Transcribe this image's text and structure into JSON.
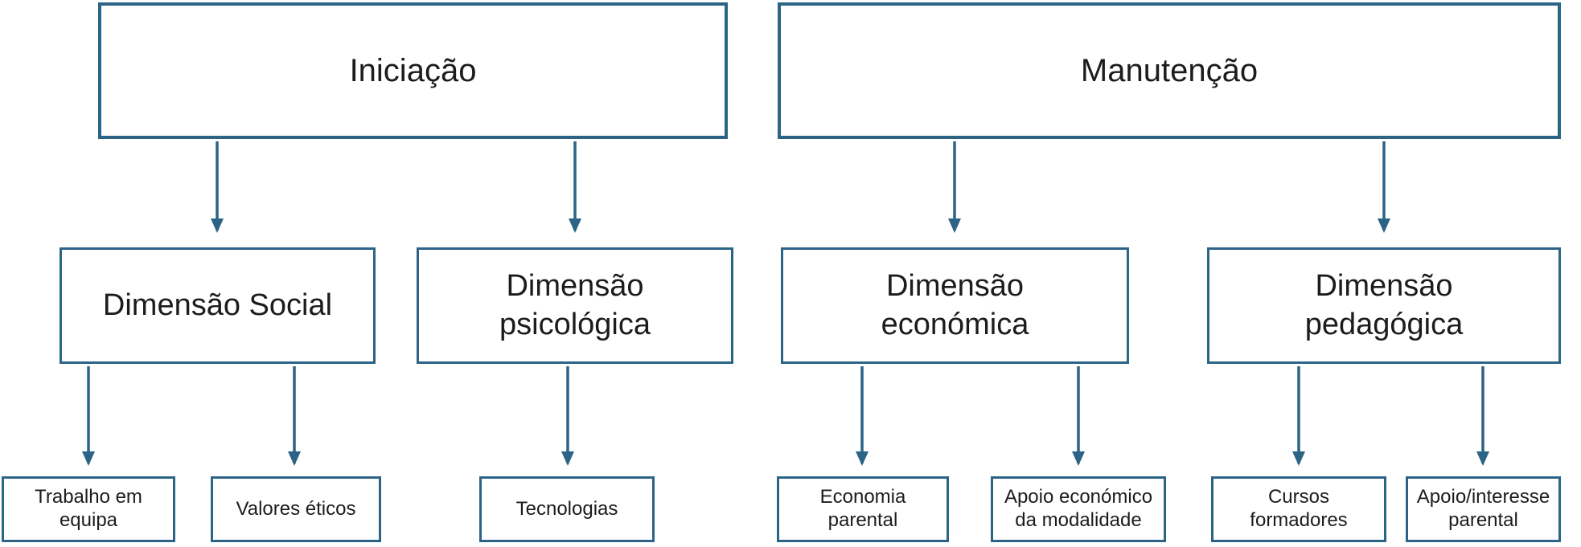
{
  "diagram": {
    "type": "flowchart-hierarchy",
    "background_color": "#ffffff",
    "accent_color": "#2b6486",
    "text_color": "#1c1c1c",
    "tree": [
      {
        "label": "Iniciação",
        "children": [
          {
            "label": "Dimensão Social",
            "children": [
              {
                "label": "Trabalho em\nequipa"
              },
              {
                "label": "Valores éticos"
              }
            ]
          },
          {
            "label": "Dimensão\npsicológica",
            "children": [
              {
                "label": "Tecnologias"
              }
            ]
          }
        ]
      },
      {
        "label": "Manutenção",
        "children": [
          {
            "label": "Dimensão\neconómica",
            "children": [
              {
                "label": "Economia\nparental"
              },
              {
                "label": "Apoio económico\nda modalidade"
              }
            ]
          },
          {
            "label": "Dimensão\npedagógica",
            "children": [
              {
                "label": "Cursos\nformadores"
              },
              {
                "label": "Apoio/interesse\nparental"
              }
            ]
          }
        ]
      }
    ]
  }
}
